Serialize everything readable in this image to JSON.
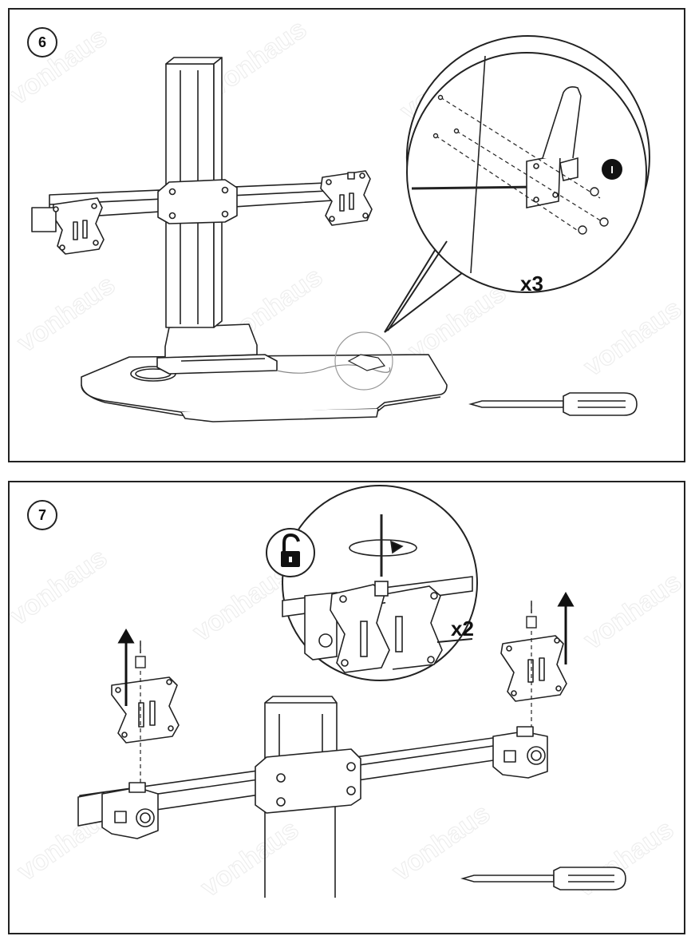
{
  "watermark": {
    "text": "vonhaus"
  },
  "steps": [
    {
      "number": "6",
      "quantity_label": "x3",
      "callout_badge": "I"
    },
    {
      "number": "7",
      "quantity_label": "x2"
    }
  ],
  "icons": [
    "screwdriver-icon",
    "lock-open-icon",
    "rotate-arrow-icon",
    "screw-icon",
    "arrow-up-icon"
  ],
  "colors": {
    "line": "#222222",
    "fill": "#ffffff",
    "badge": "#111111"
  }
}
